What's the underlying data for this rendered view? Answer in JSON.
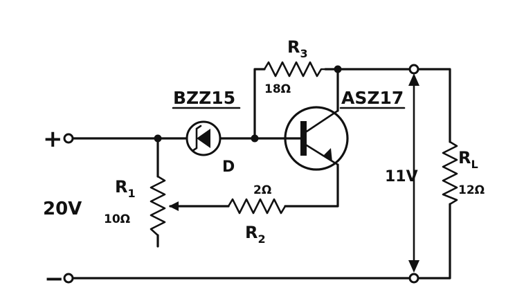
{
  "diagram": {
    "terminals": {
      "plus": "+",
      "minus": "−"
    },
    "supply_voltage": "20V",
    "output_voltage": "11V",
    "diode": {
      "part": "BZZ15",
      "ref": "D"
    },
    "transistor": {
      "part": "ASZ17"
    },
    "r1": {
      "ref": "R",
      "sub": "1",
      "value": "10Ω"
    },
    "r2": {
      "ref": "R",
      "sub": "2",
      "value": "2Ω"
    },
    "r3": {
      "ref": "R",
      "sub": "3",
      "value": "18Ω"
    },
    "rl": {
      "ref": "R",
      "sub": "L",
      "value": "12Ω"
    }
  }
}
